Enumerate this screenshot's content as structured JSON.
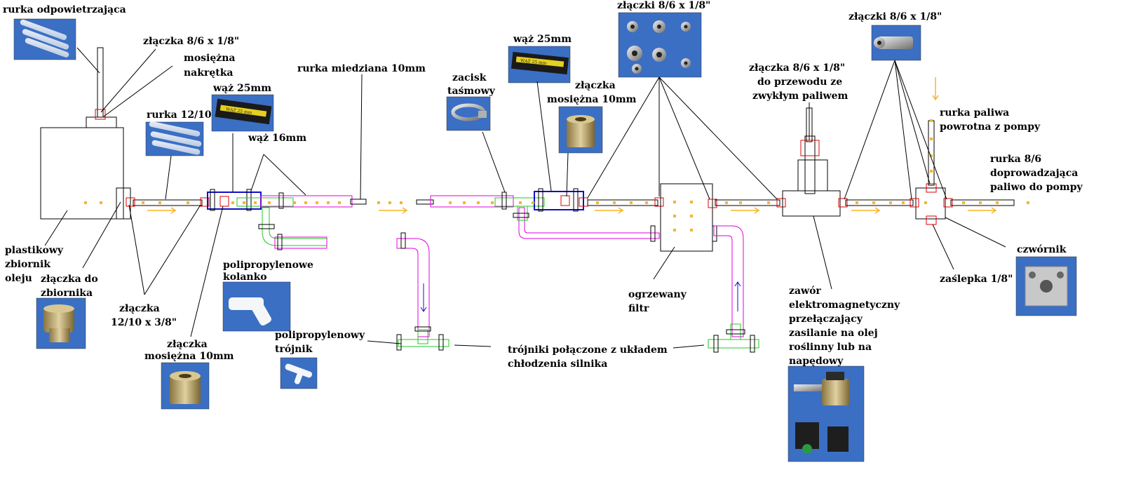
{
  "labels": {
    "rurka_odpowietrzajaca": "rurka odpowietrzająca",
    "zlaczka_86_top_left": "złączka 8/6 x 1/8\"",
    "mosiezna_nakretka_1": "mosiężna",
    "mosiezna_nakretka_2": "nakrętka",
    "rurka_1210": "rurka 12/10",
    "waz_25mm_left": "wąż 25mm",
    "waz_16mm": "wąż 16mm",
    "rurka_miedziana": "rurka miedziana 10mm",
    "zacisk_1": "zacisk",
    "zacisk_2": "taśmowy",
    "waz_25mm_mid": "wąż 25mm",
    "zlaczka_mosiezna_mid_1": "złączka",
    "zlaczka_mosiezna_mid_2": "mosiężna 10mm",
    "zlaczki_86_mid": "złączki 8/6 x 1/8\"",
    "zlaczka_przewod_1": "złączka 8/6 x 1/8\"",
    "zlaczka_przewod_2": "do przewodu ze",
    "zlaczka_przewod_3": "zwykłym paliwem",
    "zlaczki_86_right": "złączki 8/6 x 1/8\"",
    "rurka_paliwa_1": "rurka paliwa",
    "rurka_paliwa_2": "powrotna z pompy",
    "rurka_86_1": "rurka 8/6",
    "rurka_86_2": "doprowadzająca",
    "rurka_86_3": "paliwo do pompy",
    "zbiornik_1": "plastikowy",
    "zbiornik_2": "zbiornik",
    "zbiornik_3": "oleju",
    "zlaczka_zbiornika_1": "złączka do",
    "zlaczka_zbiornika_2": "zbiornika",
    "zlaczka_1210_1": "złączka",
    "zlaczka_1210_2": "12/10 x 3/8\"",
    "zlaczka_mosiezna_low_1": "złączka",
    "zlaczka_mosiezna_low_2": "mosiężna 10mm",
    "kolanko_1": "polipropylenowe",
    "kolanko_2": "kolanko",
    "trojnik_1": "polipropylenowy",
    "trojnik_2": "trójnik",
    "trojniki_1": "trójniki połączone z układem",
    "trojniki_2": "chłodzenia silnika",
    "filtr_1": "ogrzewany",
    "filtr_2": "filtr",
    "zawor_1": "zawór",
    "zawor_2": "elektromagnetyczny",
    "zawor_3": "przełączający",
    "zawor_4": "zasilanie na olej",
    "zawor_5": "roślinny lub na",
    "zawor_6": "napędowy",
    "czwornik": "czwórnik",
    "zaslepka": "zaślepka 1/8\""
  },
  "hose_print": "WĄŻ 25 mm",
  "colors": {
    "flow_dots": "#f5b52a",
    "fitting_red": "#e00000",
    "hose_blue": "#1010c8",
    "hose_magenta": "#e000e0",
    "hose_green": "#20c820",
    "photo_blue": "#3a6fc4",
    "line": "#000000"
  }
}
